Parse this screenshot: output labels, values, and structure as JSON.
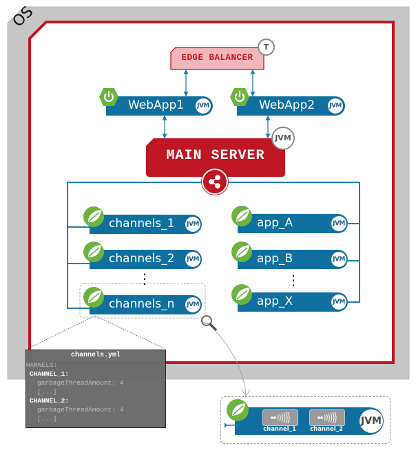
{
  "os": {
    "label": "OS",
    "frame_color": "#c6c6c6",
    "host_border_color": "#be1622"
  },
  "edge_balancer": {
    "label": "EDGE BALANCER",
    "badge": "T",
    "fill": "#f1b6bc",
    "border": "#be1622",
    "text_color": "#be1622"
  },
  "webapps": [
    {
      "label": "WebApp1",
      "icon": "power-icon",
      "badge": "JVM"
    },
    {
      "label": "WebApp2",
      "icon": "power-icon",
      "badge": "JVM"
    }
  ],
  "main_server": {
    "label": "MAIN SERVER",
    "badge": "JVM",
    "hub_icon": "share-icon",
    "fill": "#be1622"
  },
  "channels": [
    {
      "label": "channels_1",
      "icon": "spring-leaf-icon",
      "badge": "JVM"
    },
    {
      "label": "channels_2",
      "icon": "spring-leaf-icon",
      "badge": "JVM"
    },
    {
      "label": "channels_n",
      "icon": "spring-leaf-icon",
      "badge": "JVM"
    }
  ],
  "apps": [
    {
      "label": "app_A",
      "icon": "spring-leaf-icon",
      "badge": "JVM"
    },
    {
      "label": "app_B",
      "icon": "spring-leaf-icon",
      "badge": "JVM"
    },
    {
      "label": "app_X",
      "icon": "spring-leaf-icon",
      "badge": "JVM"
    }
  ],
  "ellipsis": "⋮",
  "colors": {
    "service_blue": "#0f70a0",
    "spring_green": "#6db33f",
    "connector_blue": "#1c7fb5"
  },
  "yaml": {
    "title": "channels.yml",
    "lines": [
      {
        "text": "CHANNELS:",
        "indent": 0,
        "bold": false
      },
      {
        "text": "CHANNEL_1:",
        "indent": 1,
        "bold": true
      },
      {
        "text": "garbageThreadAmount: 4",
        "indent": 2,
        "bold": false
      },
      {
        "text": "[...]",
        "indent": 2,
        "bold": false
      },
      {
        "text": "CHANNEL_2:",
        "indent": 1,
        "bold": true
      },
      {
        "text": "garbageThreadAmount: 4",
        "indent": 2,
        "bold": false
      },
      {
        "text": "[...]",
        "indent": 2,
        "bold": false
      }
    ]
  },
  "detail": {
    "badge": "JVM",
    "channels": [
      {
        "label": "channel_1",
        "icon": "signal-waves-icon"
      },
      {
        "label": "channel_2",
        "icon": "signal-waves-icon"
      }
    ]
  }
}
